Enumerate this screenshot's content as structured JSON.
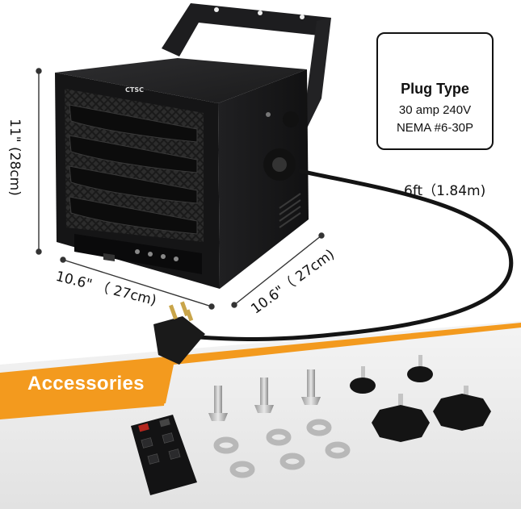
{
  "product": {
    "brand": "CTSC"
  },
  "dimensions": {
    "height": "11\"（(28cm)",
    "height_display": "11\"  (28cm)",
    "width_left": "10.6\"（(27cm)",
    "width_left_display": "10.6\" （ 27cm)",
    "width_right_display": "10.6\"（ 27cm)",
    "cable_display": "6ft（1.84m)"
  },
  "plug": {
    "title": "Plug Type",
    "spec_line1": "30 amp 240V",
    "spec_line2": "NEMA #6-30P"
  },
  "accessories": {
    "label": "Accessories"
  },
  "colors": {
    "accent": "#f39a1e",
    "heater_body": "#1c1c1e",
    "panel_bg": "#eeeeee"
  }
}
